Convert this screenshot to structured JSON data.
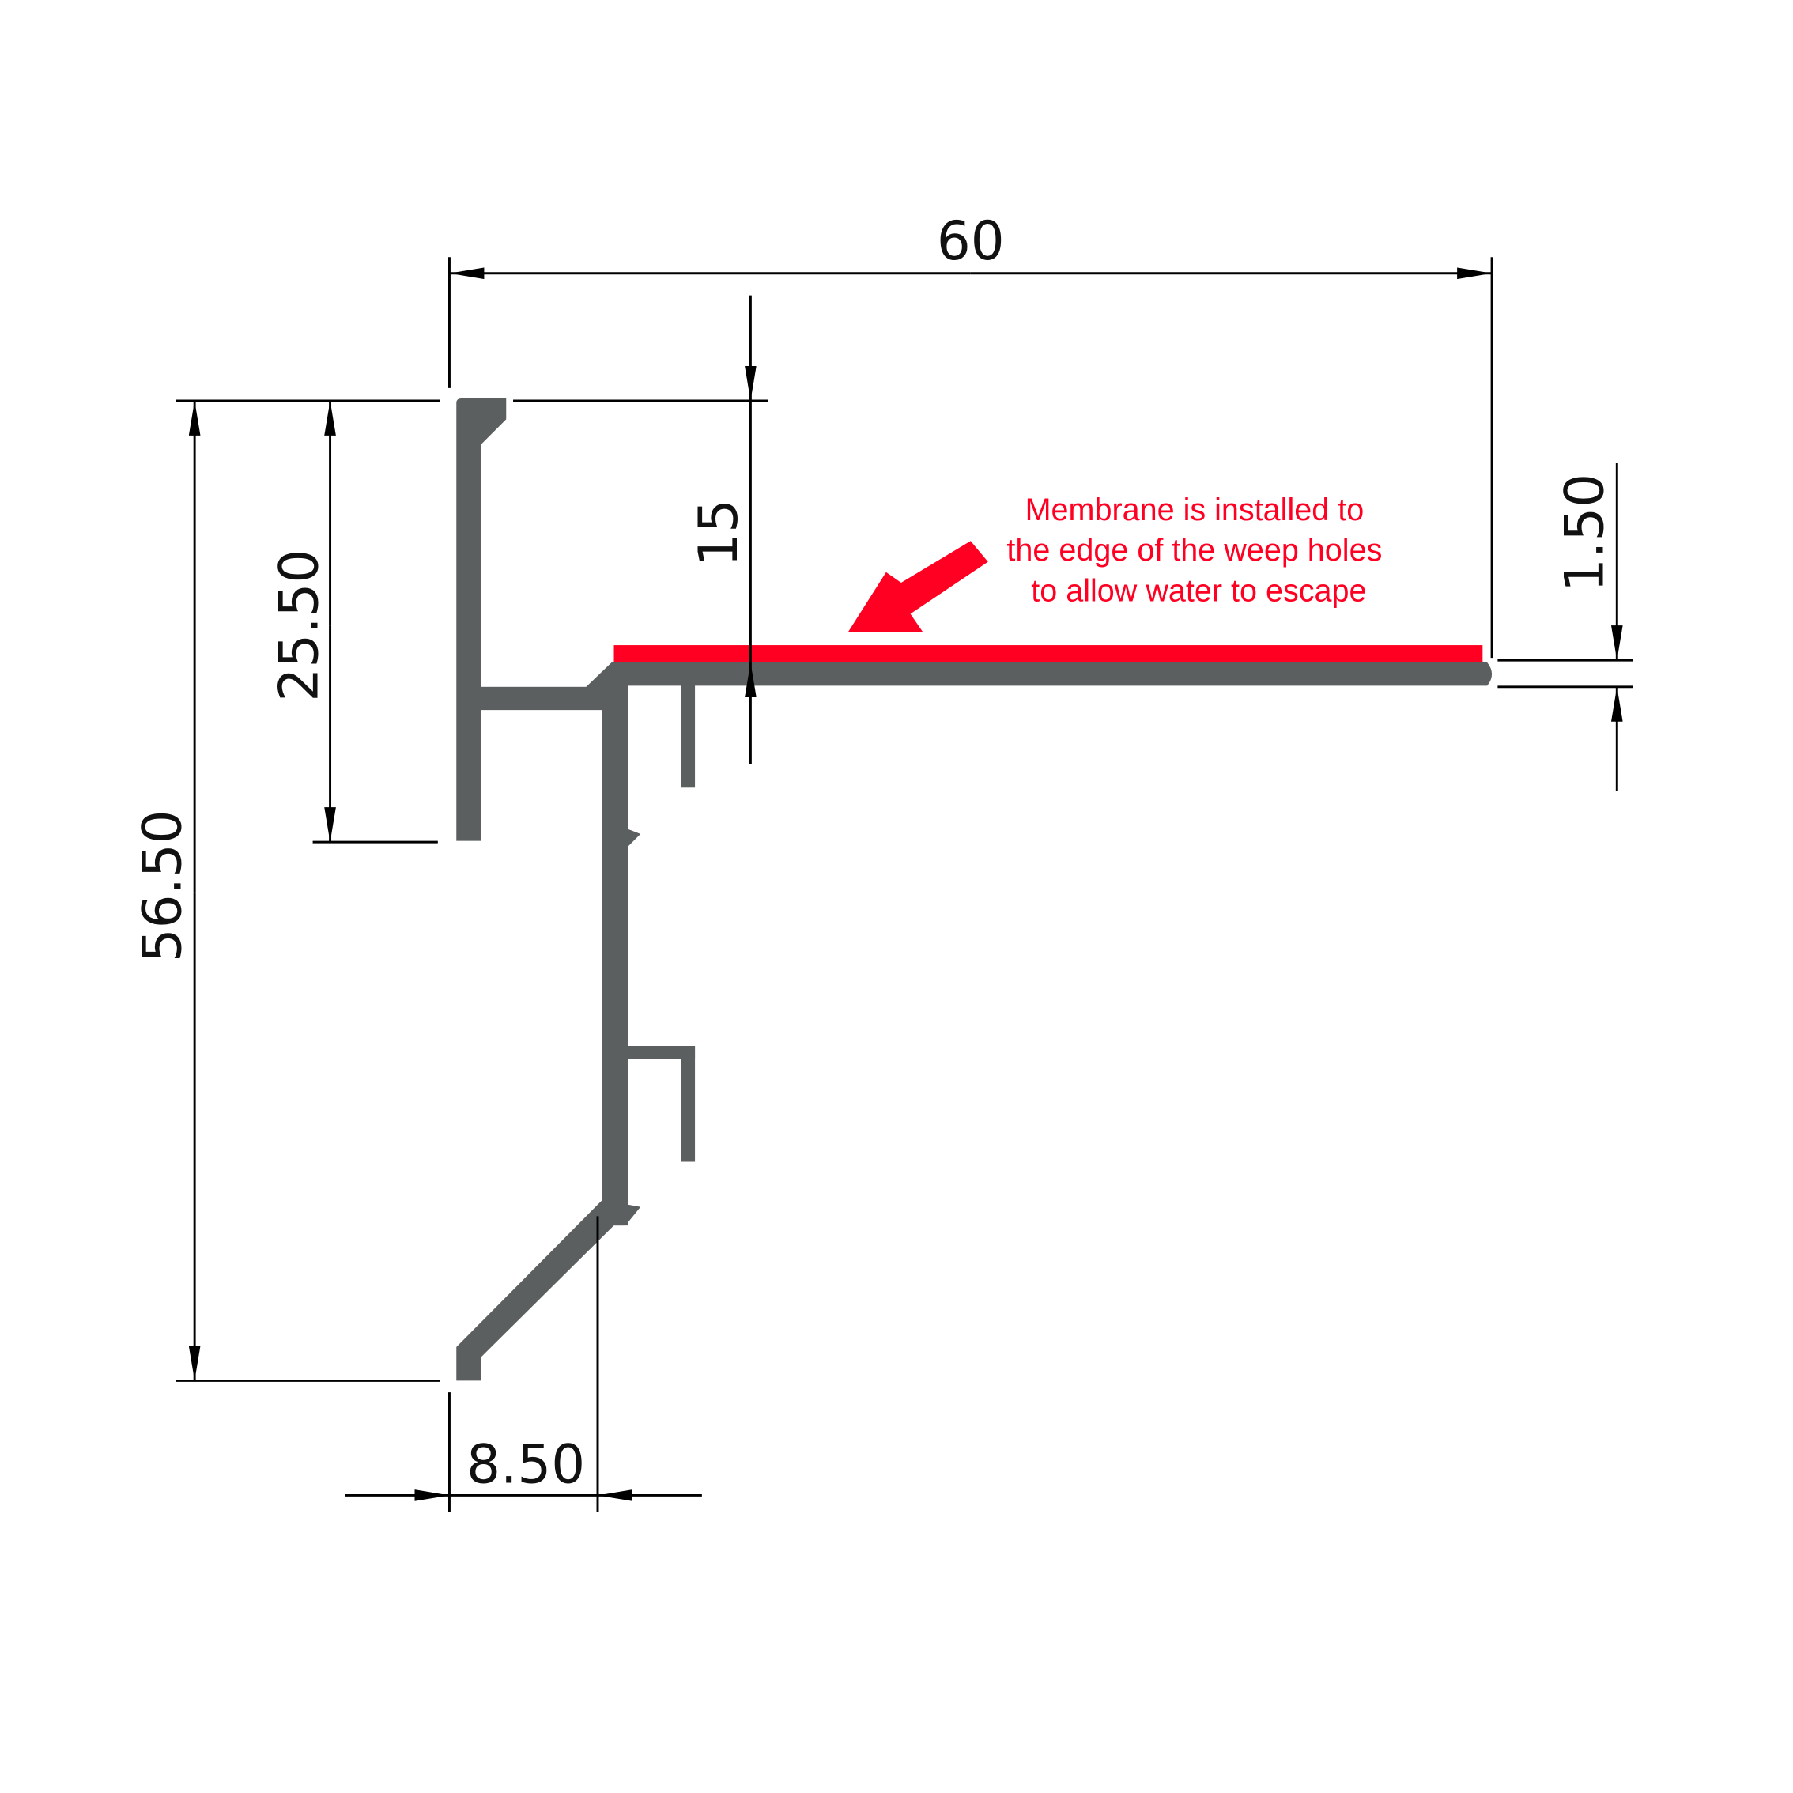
{
  "colors": {
    "profile": "#5b5f60",
    "membrane": "#ff0022",
    "dimension": "#000000"
  },
  "dimensions": {
    "overall_width": "60",
    "overall_height": "56.50",
    "upper_leg_height": "25.50",
    "flange_height": "15",
    "flange_thickness": "1.50",
    "bottom_offset": "8.50"
  },
  "annotation": {
    "lines": [
      "Membrane is installed to",
      "the edge of the weep holes",
      "to allow water to escape"
    ]
  }
}
